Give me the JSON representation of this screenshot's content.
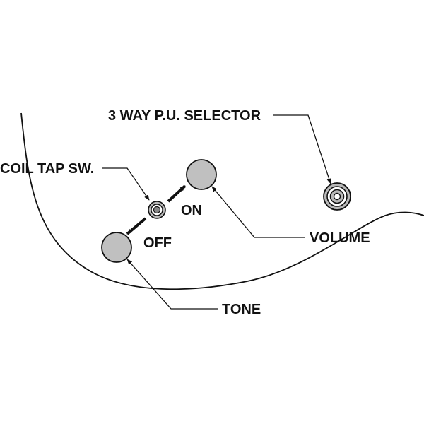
{
  "labels": {
    "pu_selector": "3 WAY P.U. SELECTOR",
    "coil_tap": "COIL TAP SW.",
    "on": "ON",
    "off": "OFF",
    "volume": "VOLUME",
    "tone": "TONE"
  },
  "colors": {
    "knob_fill": "#c0c0c0",
    "line": "#111111",
    "background": "#ffffff"
  }
}
